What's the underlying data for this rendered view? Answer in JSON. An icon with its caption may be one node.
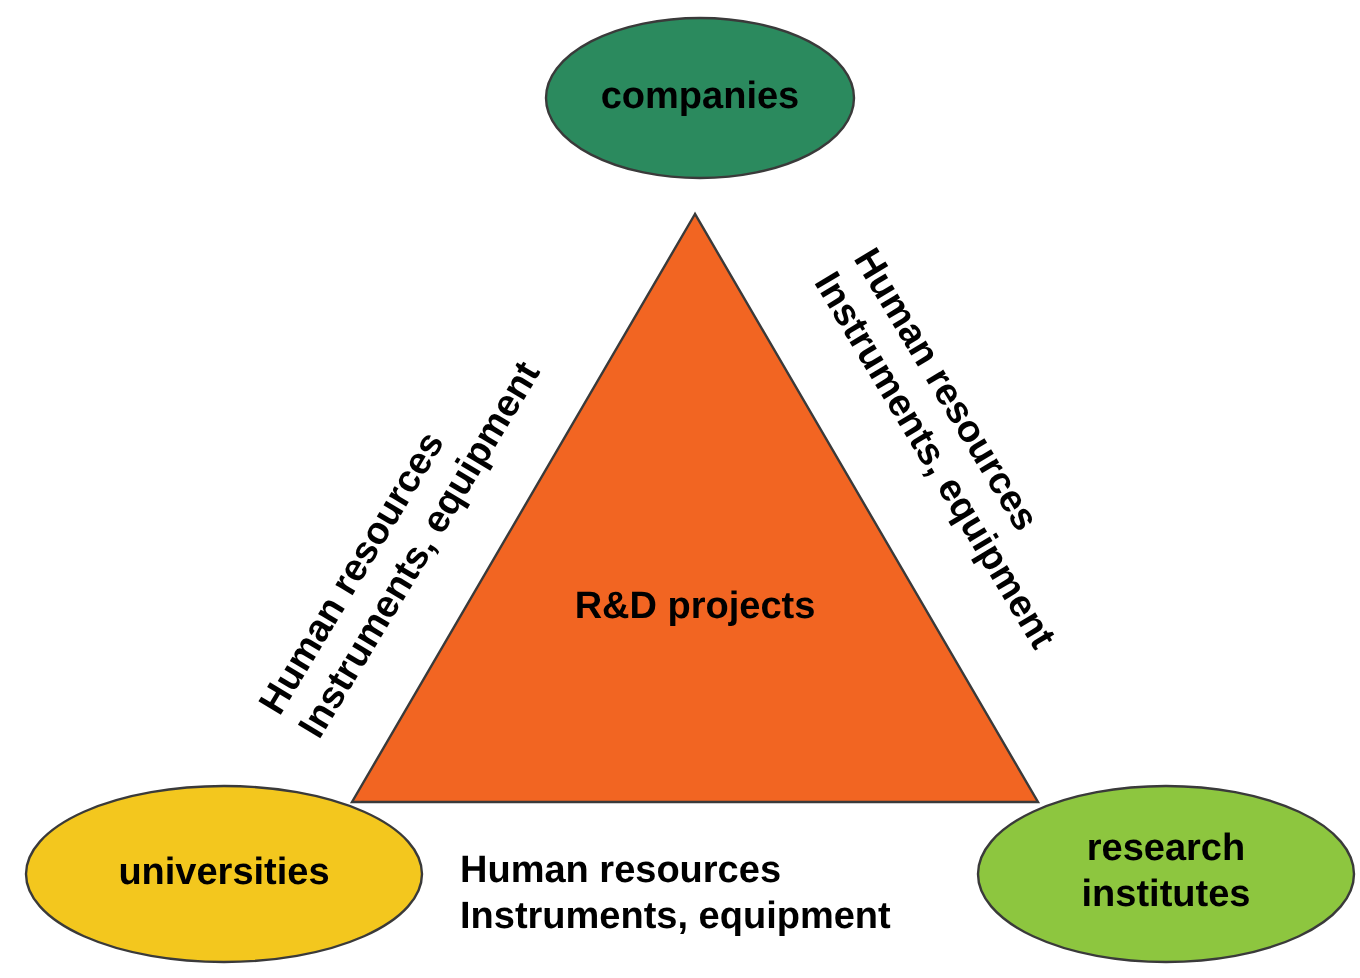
{
  "diagram": {
    "nodes": [
      {
        "text": [
          "companies"
        ]
      },
      {
        "text": [
          "R&D projects"
        ]
      },
      {
        "text": [
          "universities"
        ]
      },
      {
        "text": [
          "research institutes"
        ]
      }
    ],
    "labels": [
      "Human resources Instruments, equipment",
      "Human resources Instruments, equipment",
      "Human resources Instruments, equipment"
    ]
  }
}
